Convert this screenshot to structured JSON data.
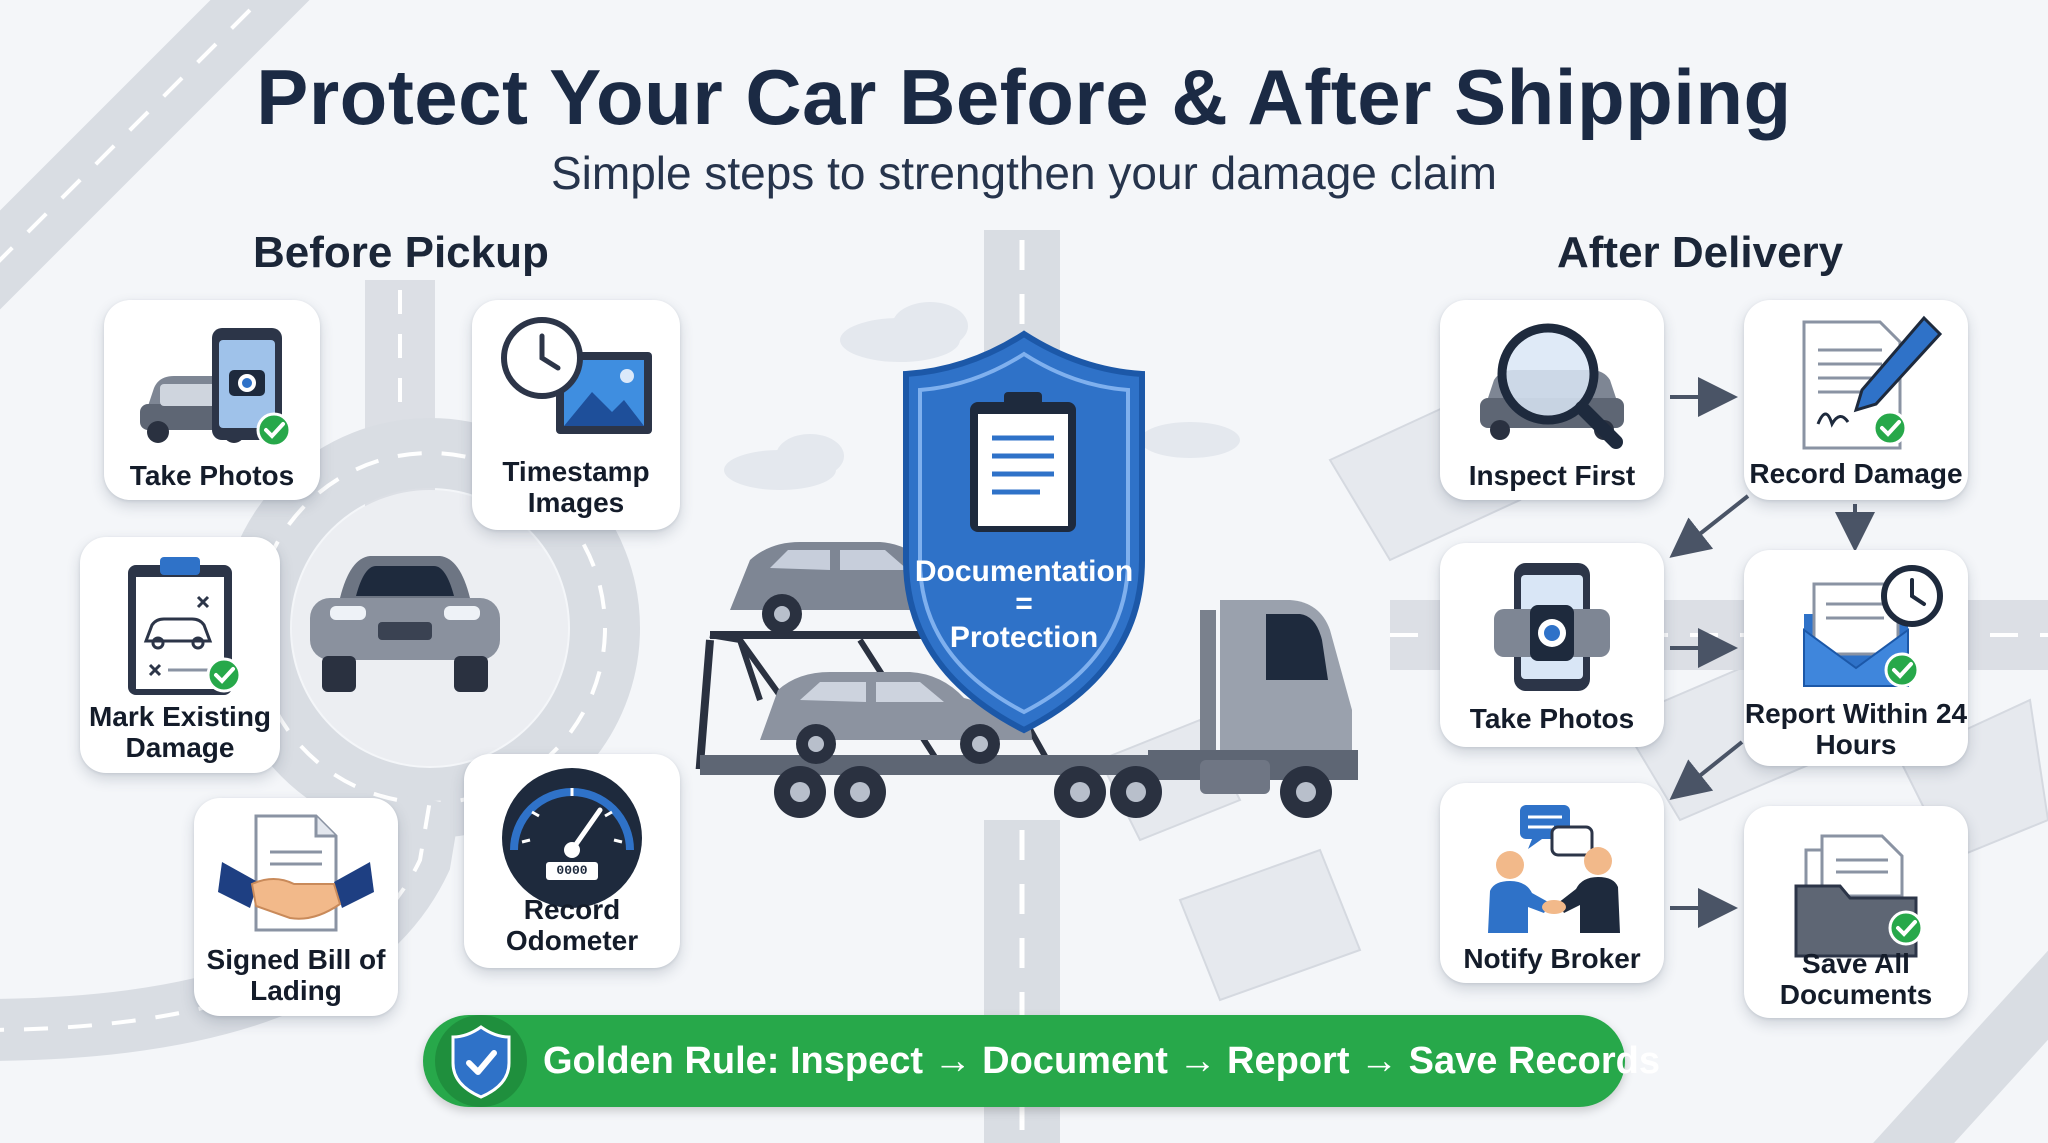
{
  "title": "Protect Your Car Before & After Shipping",
  "subtitle": "Simple steps to strengthen your damage claim",
  "before": {
    "heading": "Before Pickup",
    "steps": [
      "Take Photos",
      "Timestamp Images",
      "Mark Existing Damage",
      "Signed Bill of Lading",
      "Record Odometer"
    ]
  },
  "after": {
    "heading": "After Delivery",
    "steps": [
      "Inspect First",
      "Record Damage",
      "Take Photos",
      "Report Within 24 Hours",
      "Notify Broker",
      "Save All Documents"
    ]
  },
  "center": {
    "line1": "Documentation",
    "line2": "=",
    "line3": "Protection",
    "odometer": "0000"
  },
  "golden_rule": "Golden Rule: Inspect → Document → Report → Save Records",
  "colors": {
    "accent_blue": "#2f72c8",
    "green": "#27a84a",
    "navy": "#1b2a44"
  }
}
